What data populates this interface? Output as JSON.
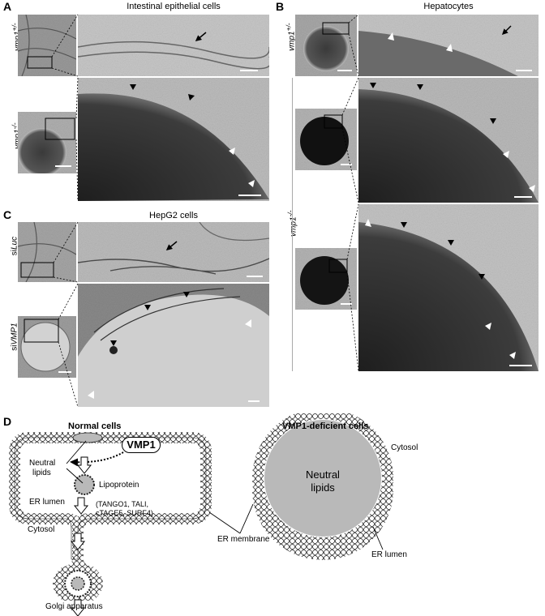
{
  "panels": {
    "A": {
      "letter": "A",
      "title": "Intestinal epithelial cells",
      "row1": "vmp1",
      "row1_sup": "+/-",
      "row2": "vmp1",
      "row2_sup": "-/-"
    },
    "B": {
      "letter": "B",
      "title": "Hepatocytes",
      "row1": "vmp1",
      "row1_sup": "+/-",
      "row2": "vmp1",
      "row2_sup": "-/-"
    },
    "C": {
      "letter": "C",
      "title": "HepG2 cells",
      "row1_pre": "si",
      "row1": "Luc",
      "row2_pre": "si",
      "row2": "VMP1"
    },
    "D": {
      "letter": "D"
    }
  },
  "diagram": {
    "normal_title": "Normal cells",
    "deficient_title": "VMP1-deficient cells",
    "vmp1": "VMP1",
    "neutral_lipids_1": "Neutral",
    "neutral_lipids_2": "lipids",
    "lipoprotein": "Lipoprotein",
    "cargo_1": "(TANGO1, TALI,",
    "cargo_2": "cTAGE5, SURF4)",
    "er_lumen": "ER lumen",
    "cytosol": "Cytosol",
    "golgi": "Golgi apparatus",
    "er_membrane": "ER membrane",
    "cytosol_right": "Cytosol",
    "neutral_right_1": "Neutral",
    "neutral_right_2": "lipids",
    "er_lumen_right": "ER lumen"
  },
  "colors": {
    "lipid": "#b9b9b9",
    "membrane": "#ffffff",
    "em_light": "#cfcfcf",
    "em_dark": "#3a3a3a"
  }
}
